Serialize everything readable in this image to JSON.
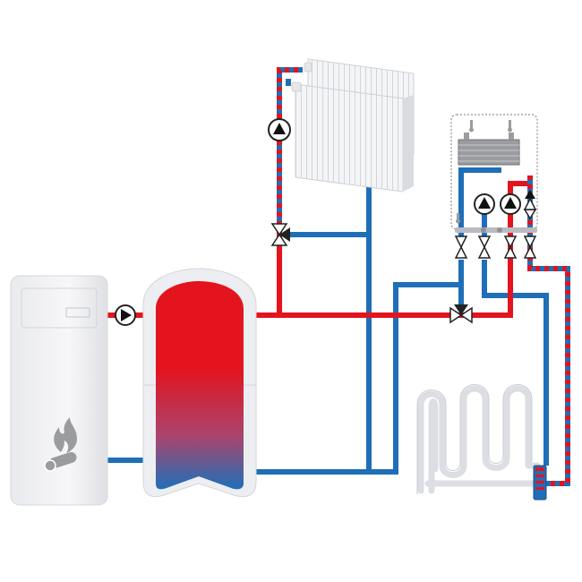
{
  "colors": {
    "hot": "#e3141e",
    "cold": "#1f6fb8",
    "background": "#ffffff",
    "boiler": "#f3f4f6",
    "tank_outline": "#e8e8ec",
    "radiator": "#f2f3f5",
    "outline": "#c9ccd2",
    "icon_gray": "#9a9ca0",
    "module_dash": "#7a7a7a"
  },
  "components": {
    "boiler": {
      "icon": "flame-log-icon"
    },
    "boiler_pump": {
      "icon": "pump-icon"
    },
    "storage_tank": {
      "icon": "tank-gradient"
    },
    "radiator": {
      "icon": "radiator-icon"
    },
    "radiator_pump": {
      "icon": "pump-icon"
    },
    "radiator_mixing_valve": {
      "icon": "three-way-valve-icon"
    },
    "main_mixing_valve": {
      "icon": "three-way-valve-icon"
    },
    "hydraulic_module": {
      "icon": "dashed-module-frame",
      "pumps": [
        "pump-icon",
        "pump-icon",
        "pump-icon-small"
      ],
      "heat_exchanger": "plate-heat-exchanger-icon",
      "valves": [
        "valve-icon",
        "valve-icon",
        "valve-icon",
        "valve-icon"
      ],
      "thermometers": [
        "thermometer-icon",
        "thermometer-icon",
        "thermometer-icon"
      ]
    },
    "floor_heating": {
      "icon": "underfloor-coil-icon",
      "manifold": "manifold-icon"
    }
  }
}
